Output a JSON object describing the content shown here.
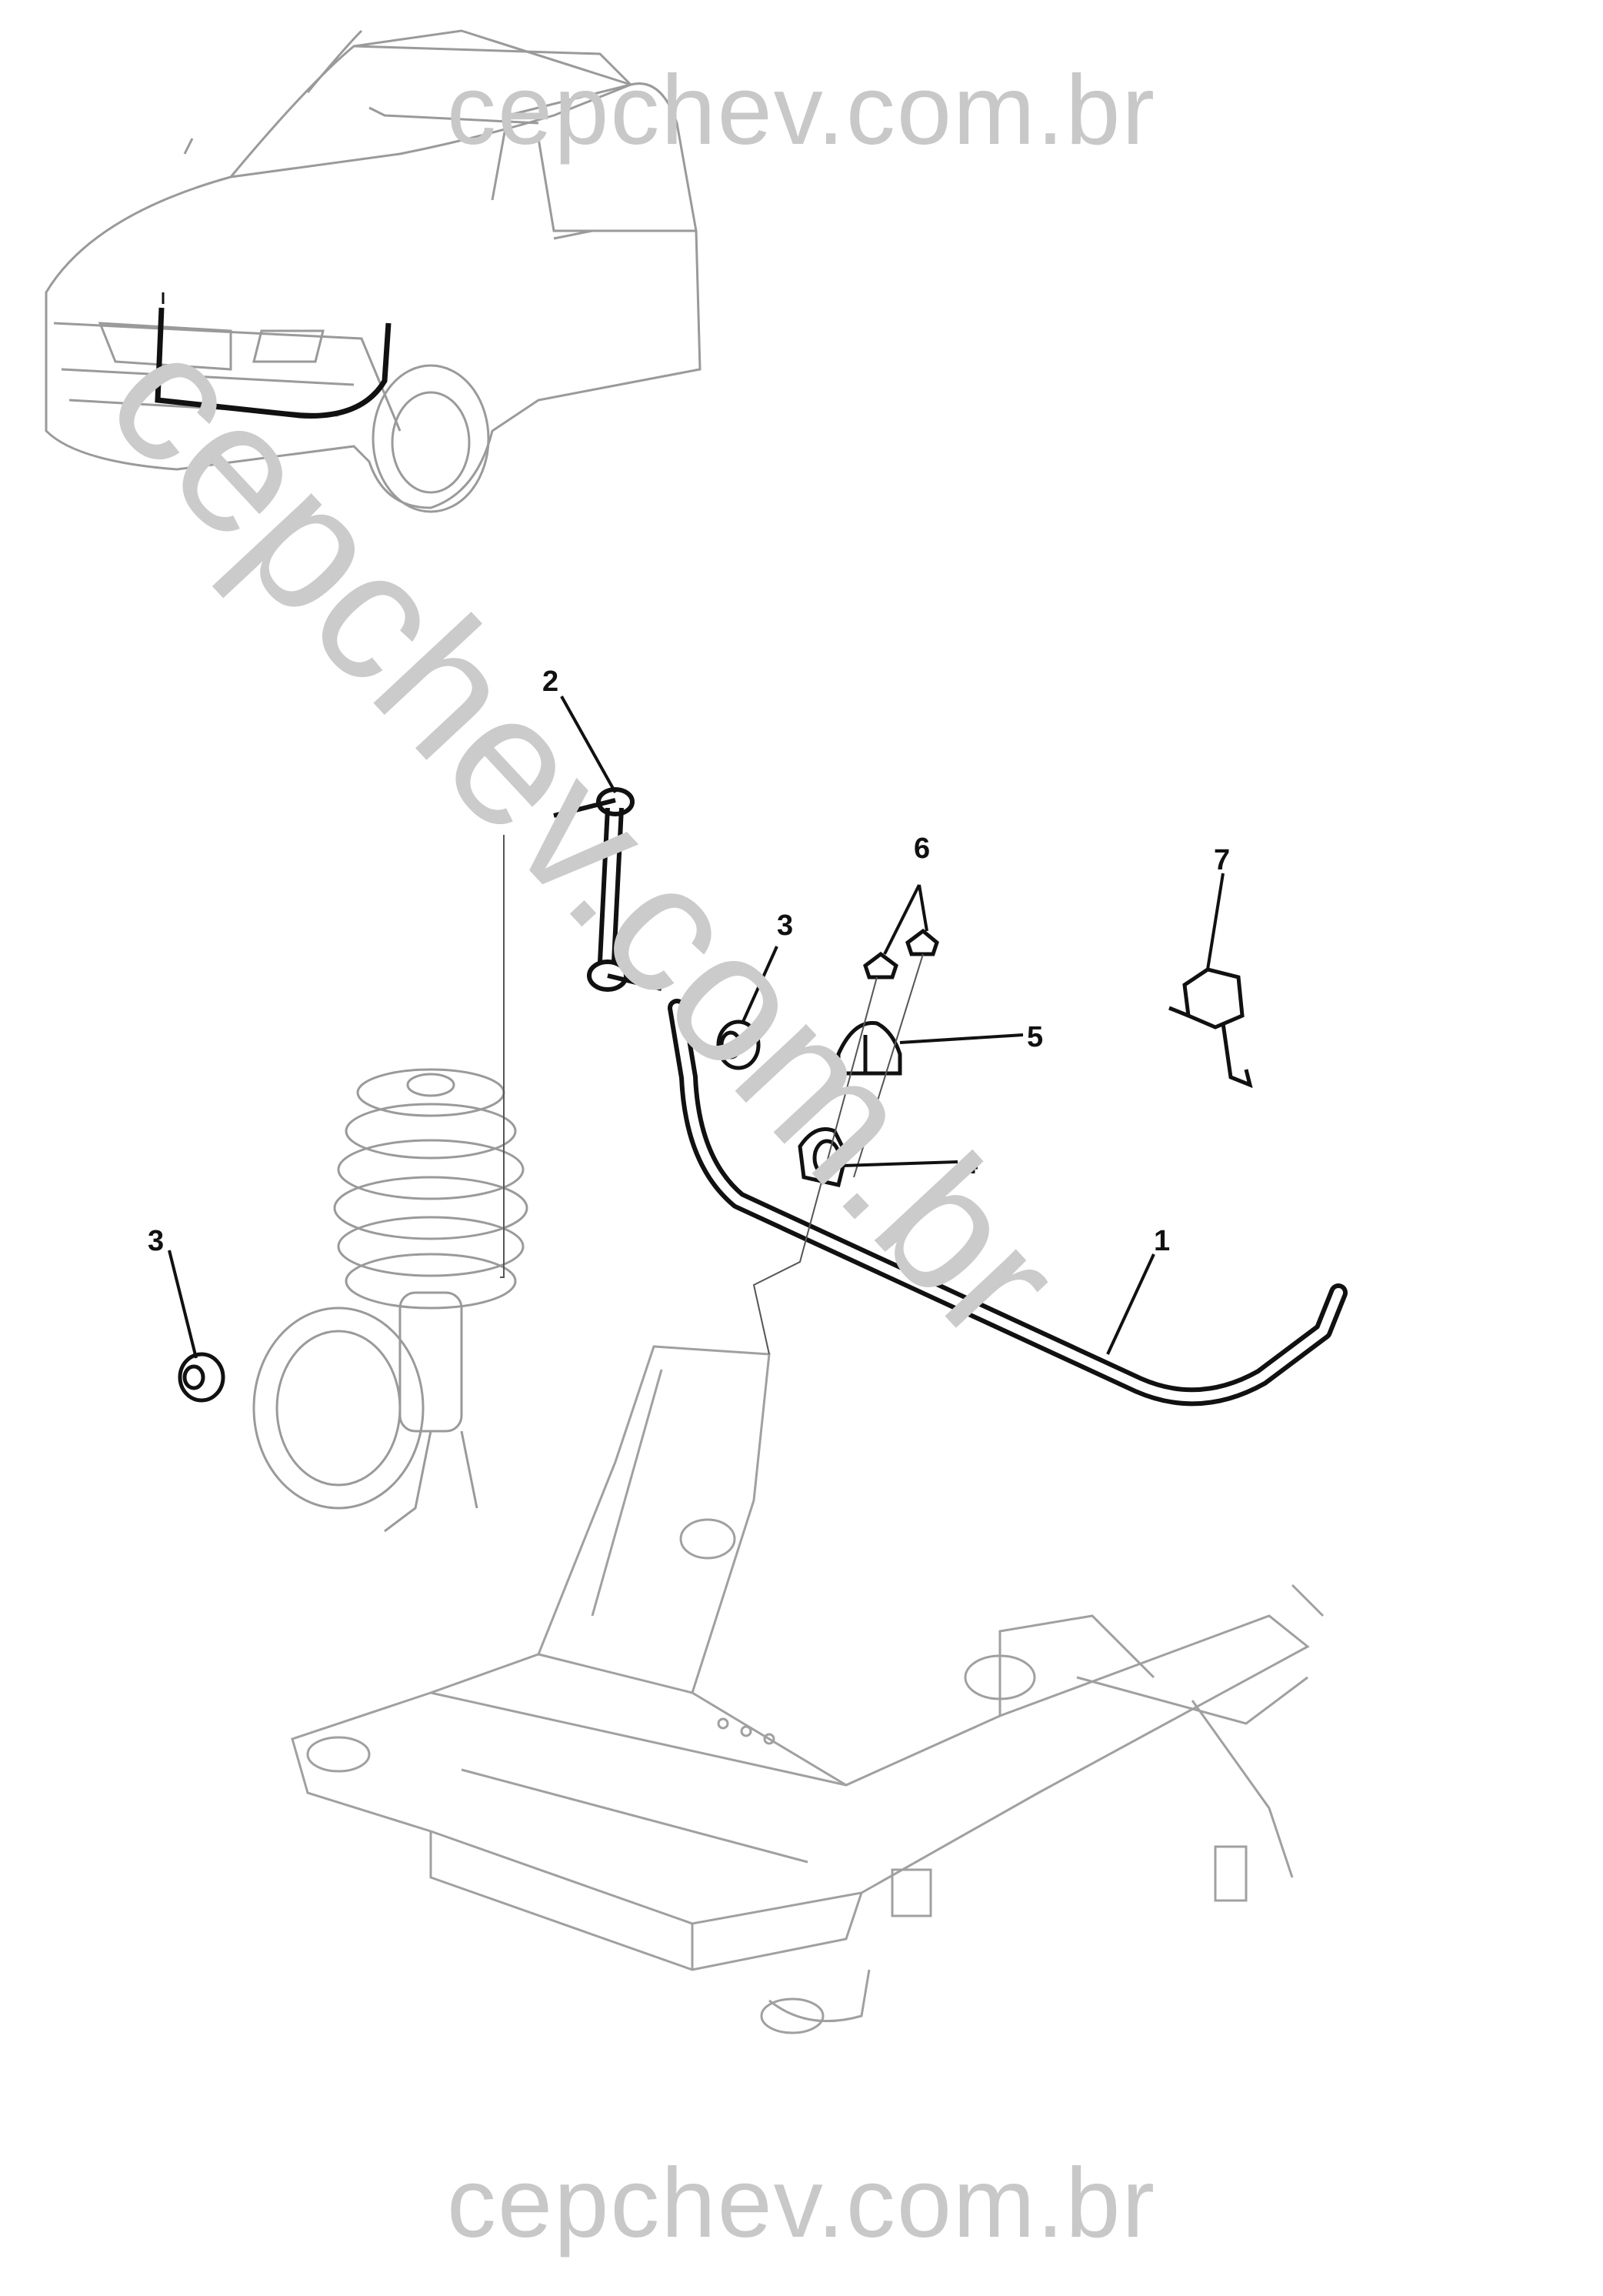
{
  "watermark": {
    "top": "cepchev.com.br",
    "bottom": "cepchev.com.br",
    "diagonal": "cepchev.com.br"
  },
  "callouts": [
    {
      "id": "1",
      "label": "1"
    },
    {
      "id": "2",
      "label": "2"
    },
    {
      "id": "3a",
      "label": "3"
    },
    {
      "id": "3b",
      "label": "3"
    },
    {
      "id": "4",
      "label": "4"
    },
    {
      "id": "5",
      "label": "5"
    },
    {
      "id": "6",
      "label": "6"
    },
    {
      "id": "7",
      "label": "7"
    }
  ],
  "colors": {
    "line": "#111111",
    "light_line": "#9a9a9a",
    "watermark": "#c8c8c8",
    "background": "#ffffff"
  }
}
